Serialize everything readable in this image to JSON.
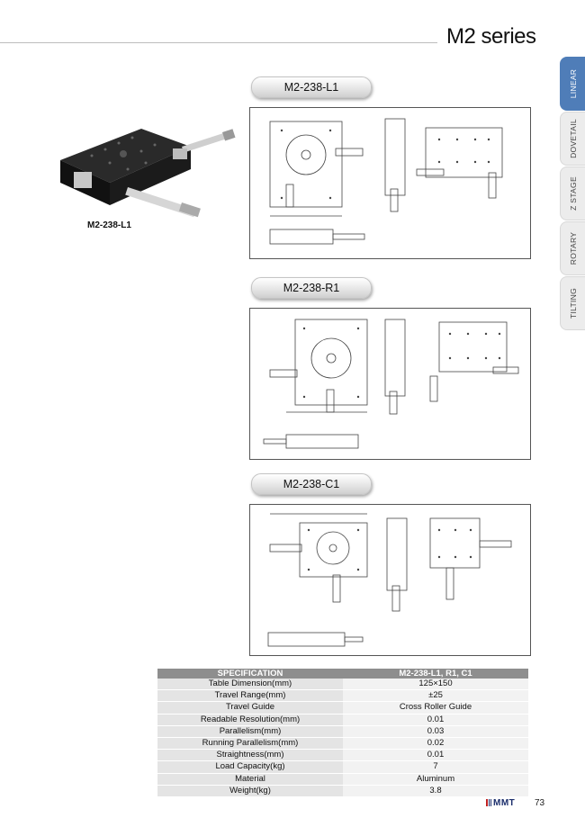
{
  "header": {
    "series_title": "M2 series"
  },
  "side_tabs": [
    {
      "label": "LINEAR",
      "active": true
    },
    {
      "label": "DOVETAIL",
      "active": false
    },
    {
      "label": "Z STAGE",
      "active": false
    },
    {
      "label": "ROTARY",
      "active": false
    },
    {
      "label": "TILTING",
      "active": false
    }
  ],
  "product": {
    "caption": "M2-238-L1"
  },
  "models": [
    {
      "label": "M2-238-L1"
    },
    {
      "label": "M2-238-R1"
    },
    {
      "label": "M2-238-C1"
    }
  ],
  "spec_table": {
    "headers": [
      "SPECIFICATION",
      "M2-238-L1, R1, C1"
    ],
    "rows": [
      [
        "Table Dimension(mm)",
        "125×150"
      ],
      [
        "Travel Range(mm)",
        "±25"
      ],
      [
        "Travel Guide",
        "Cross Roller Guide"
      ],
      [
        "Readable Resolution(mm)",
        "0.01"
      ],
      [
        "Parallelism(mm)",
        "0.03"
      ],
      [
        "Running Parallelism(mm)",
        "0.02"
      ],
      [
        "Straightness(mm)",
        "0.01"
      ],
      [
        "Load Capacity(kg)",
        "7"
      ],
      [
        "Material",
        "Aluminum"
      ],
      [
        "Weight(kg)",
        "3.8"
      ]
    ]
  },
  "footer": {
    "logo_text": "MMT",
    "page_number": "73"
  },
  "colors": {
    "accent_tab": "#4f7db8",
    "table_header": "#8e8e8e"
  }
}
